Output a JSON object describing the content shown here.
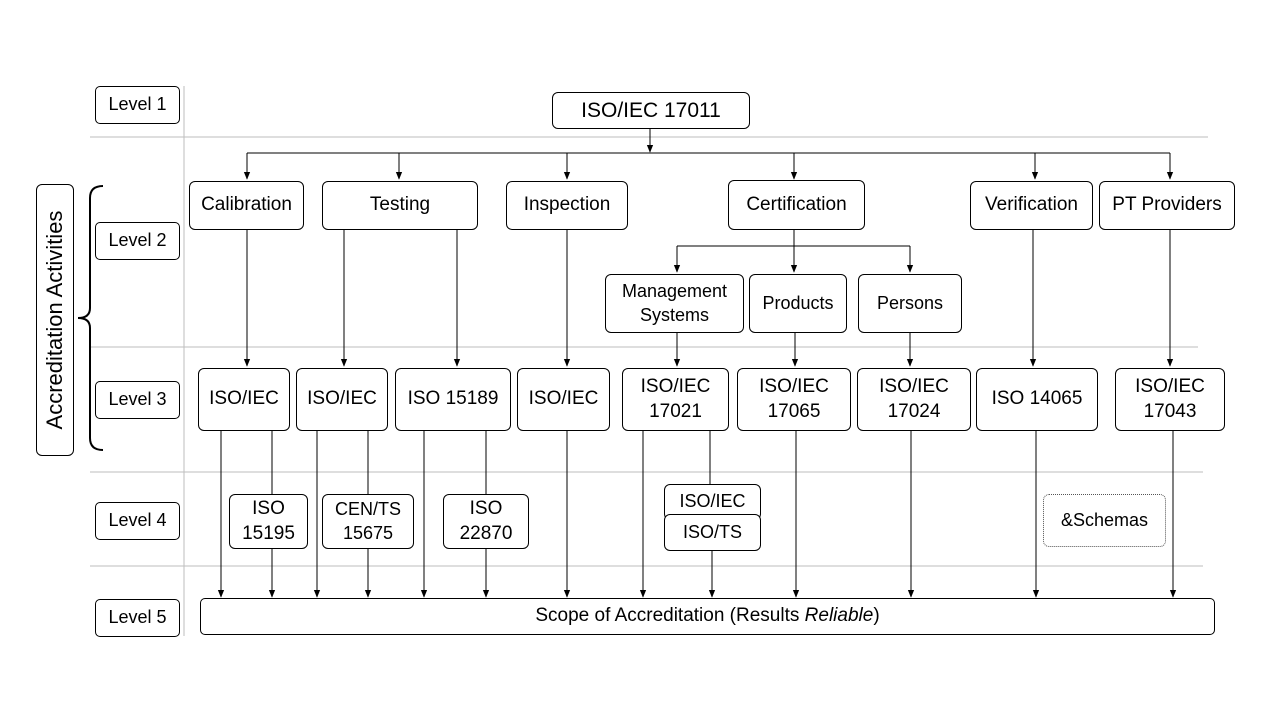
{
  "levels": [
    "Level 1",
    "Level 2",
    "Level 3",
    "Level 4",
    "Level 5"
  ],
  "group_label": "Accreditation Activities",
  "level1": {
    "root": "ISO/IEC 17011"
  },
  "level2": {
    "calibration": "Calibration",
    "testing": "Testing",
    "inspection": "Inspection",
    "certification": "Certification",
    "verification": "Verification",
    "pt_providers": "PT Providers",
    "management_line1": "Management",
    "management_line2": "Systems",
    "products": "Products",
    "persons": "Persons"
  },
  "level3": {
    "calibration_std": "ISO/IEC",
    "testing_std_a": "ISO/IEC",
    "testing_std_b": "ISO 15189",
    "inspection_std": "ISO/IEC",
    "management_std": [
      "ISO/IEC",
      "17021"
    ],
    "products_std": [
      "ISO/IEC",
      "17065"
    ],
    "persons_std": [
      "ISO/IEC",
      "17024"
    ],
    "verification_std": "ISO 14065",
    "pt_std": [
      "ISO/IEC",
      "17043"
    ]
  },
  "level4": {
    "iso_15195": [
      "ISO",
      "15195"
    ],
    "cen_ts_15675": [
      "CEN/TS",
      "15675"
    ],
    "iso_22870": [
      "ISO",
      "22870"
    ],
    "iso_iec_back": "ISO/IEC",
    "iso_ts_front": "ISO/TS",
    "schemas": "&Schemas"
  },
  "level5": {
    "scope_prefix": "Scope of Accreditation (Results ",
    "scope_italic": "Reliable",
    "scope_suffix": ")"
  }
}
